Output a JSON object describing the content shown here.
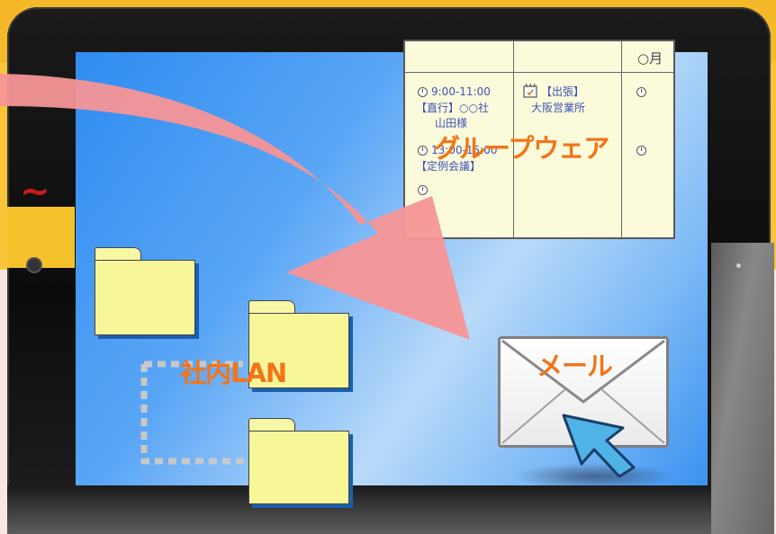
{
  "labels": {
    "groupware": "グループウェア",
    "lan": "社内LAN",
    "mail": "メール",
    "tilde": "~"
  },
  "calendar": {
    "month": "○月",
    "col1": {
      "entry1_time": "9:00-11:00",
      "entry1_line1": "【直行】○○社",
      "entry1_line2": "山田様",
      "entry2_time": "13:00-15:00",
      "entry2_line1": "【定例会議】"
    },
    "col2": {
      "line1": "【出張】",
      "line2": "大阪営業所"
    }
  },
  "colors": {
    "label_orange": "#f47417",
    "arrow_pink": "#f79596",
    "screen_blue": "#2f8cf0",
    "folder_yellow": "#f7f79a",
    "cursor_blue": "#4fb3e6"
  },
  "icons": [
    "clock-icon",
    "calendar-note-icon",
    "folder-icon",
    "envelope-icon",
    "mouse-cursor-icon",
    "curved-arrow"
  ]
}
